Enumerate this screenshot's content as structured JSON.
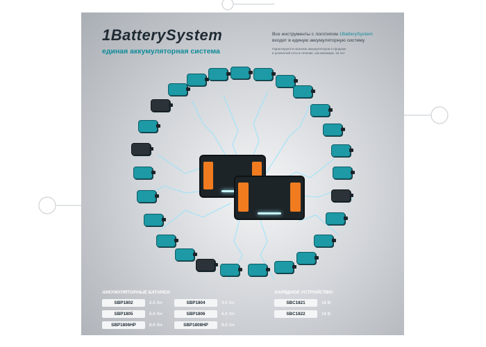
{
  "header": {
    "brand": "1BatterySystem",
    "tagline": "единая аккумуляторная система"
  },
  "info": {
    "line1_prefix": "Все инструменты с логотипом ",
    "line1_brand": "1BatterySystem",
    "line2": "входят в единую аккумуляторную систему",
    "note_line1": "Гарантируется наличие аккумуляторов в продаже",
    "note_line2": "в розничной сети в течение, как минимум, 15 лет"
  },
  "batteries": {
    "title": "АККУМУЛЯТОРНЫЕ БАТАРЕИ:",
    "items": [
      {
        "code": "SBP1802",
        "capacity": "2.0 Ач"
      },
      {
        "code": "SBP1804",
        "capacity": "4.0 Ач"
      },
      {
        "code": "SBP1805",
        "capacity": "5.0 Ач"
      },
      {
        "code": "SBP1806",
        "capacity": "6.0 Ач"
      },
      {
        "code": "SBP1806HP",
        "capacity": "6.0 Ач"
      },
      {
        "code": "SBP1808HP",
        "capacity": "8.0 Ач"
      }
    ]
  },
  "chargers": {
    "title": "ЗАРЯДНОЕ УСТРОЙСТВО:",
    "items": [
      {
        "code": "SBC1821",
        "voltage": "18 В"
      },
      {
        "code": "SBC1822",
        "voltage": "18 В"
      }
    ]
  },
  "colors": {
    "teal": "#1d9aa6",
    "accent_orange": "#f07c1f",
    "lightning": "#8fe3ff"
  }
}
